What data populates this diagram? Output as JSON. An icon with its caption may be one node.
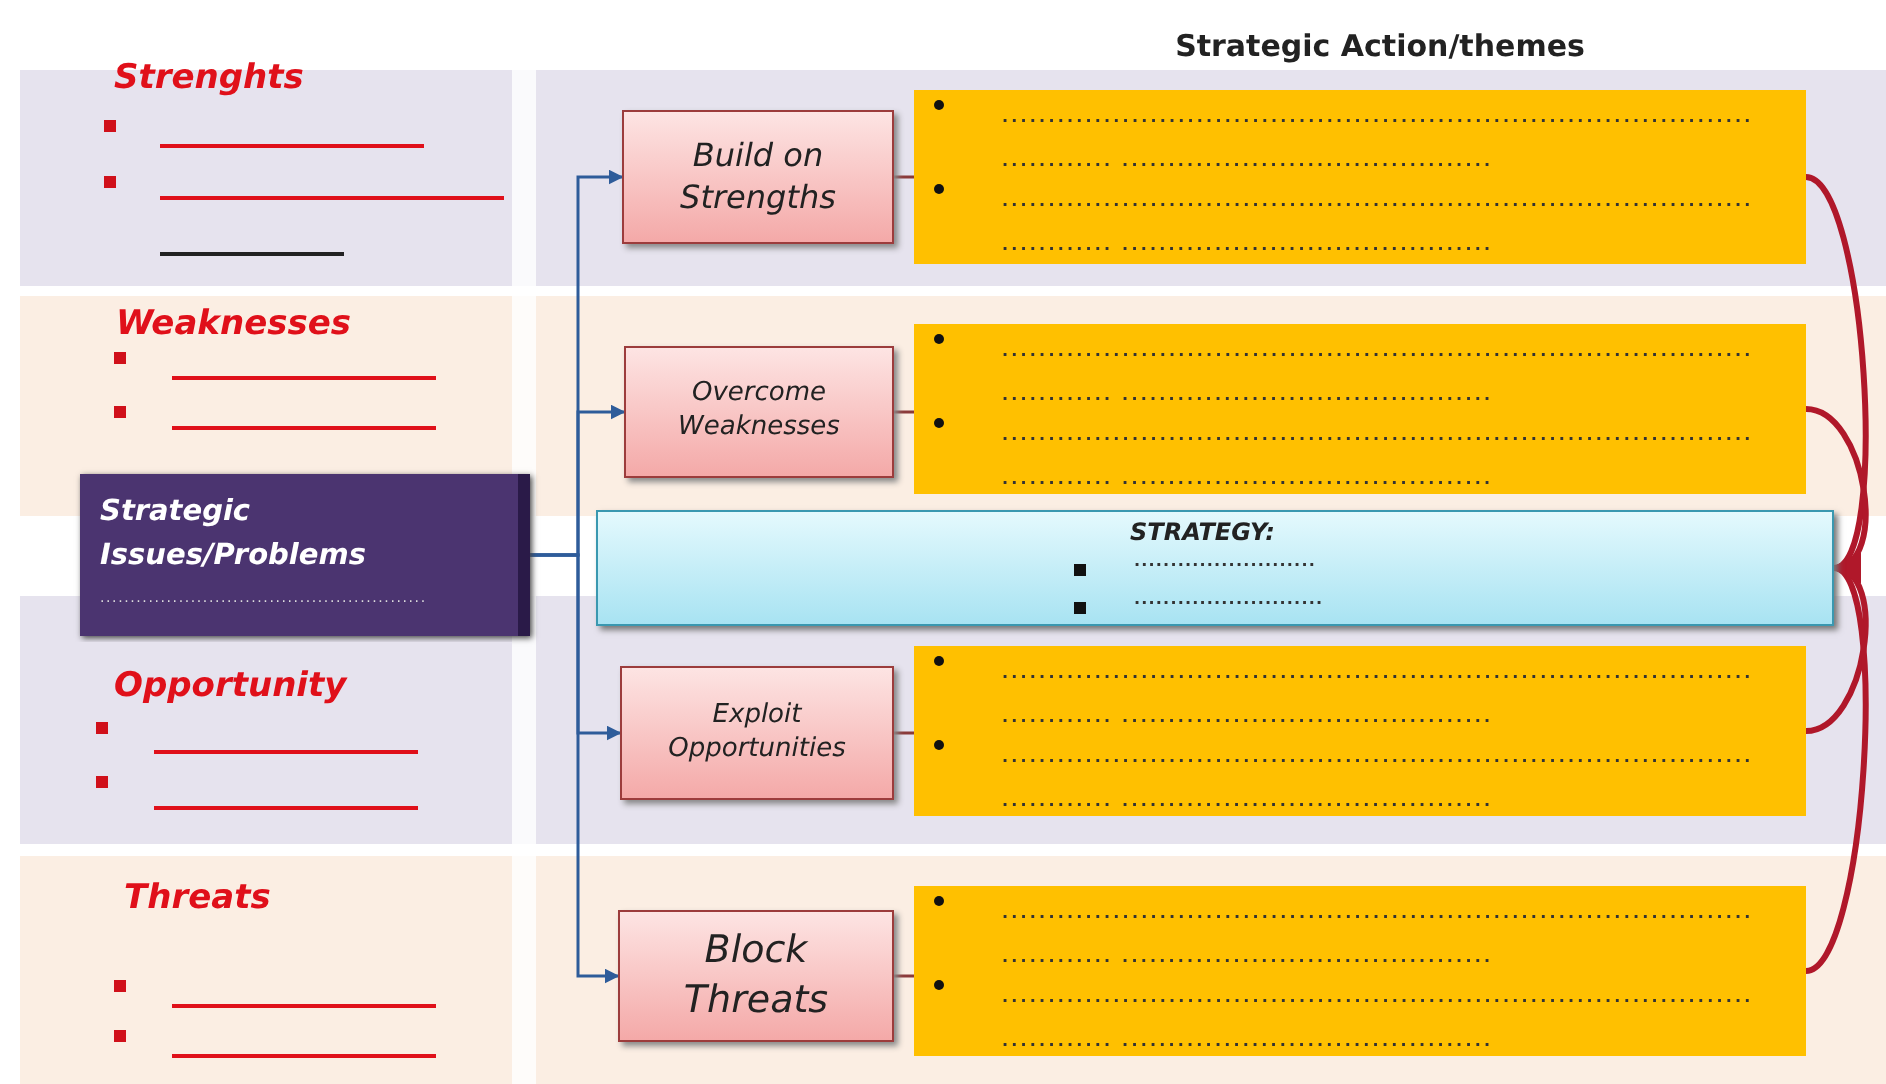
{
  "diagram": {
    "title": "Strategic Action/themes",
    "nodes": [
      {
        "text": [
          "Strenghts"
        ]
      },
      {
        "text": [
          "Build on Strengths"
        ]
      },
      {
        "text": [
          "............................................................................................. ........................................",
          "............................................................................................. ........................................"
        ]
      },
      {
        "text": [
          "Weaknesses"
        ]
      },
      {
        "text": [
          "Overcome Weaknesses"
        ]
      },
      {
        "text": [
          "............................................................................................. ........................................",
          "............................................................................................. ........................................"
        ]
      },
      {
        "text": [
          "Strategic Issues/Problems",
          "......................................................"
        ]
      },
      {
        "text": [
          "STRATEGY:",
          ".........................",
          ".........................."
        ]
      },
      {
        "text": [
          "Opportunity"
        ]
      },
      {
        "text": [
          "Exploit Opportunities"
        ]
      },
      {
        "text": [
          "............................................................................................. ........................................",
          "............................................................................................. ........................................"
        ]
      },
      {
        "text": [
          "Threats"
        ]
      },
      {
        "text": [
          "Block Threats"
        ]
      },
      {
        "text": [
          "............................................................................................. ........................................",
          "............................................................................................. ........................................"
        ]
      }
    ],
    "edges": [
      {
        "from": 6,
        "to": 1,
        "arrow": "to"
      },
      {
        "from": 6,
        "to": 4,
        "arrow": "to"
      },
      {
        "from": 6,
        "to": 9,
        "arrow": "to"
      },
      {
        "from": 6,
        "to": 12,
        "arrow": "to"
      },
      {
        "from": 1,
        "to": 2,
        "arrow": "none",
        "color": "#8b3a3a"
      },
      {
        "from": 4,
        "to": 5,
        "arrow": "none",
        "color": "#8b3a3a"
      },
      {
        "from": 9,
        "to": 10,
        "arrow": "none",
        "color": "#8b3a3a"
      },
      {
        "from": 12,
        "to": 13,
        "arrow": "none",
        "color": "#8b3a3a"
      },
      {
        "from": 2,
        "to": 7,
        "arrow": "to",
        "style": "thick",
        "color": "#b0182a"
      },
      {
        "from": 5,
        "to": 7,
        "arrow": "to",
        "style": "thick",
        "color": "#b0182a"
      },
      {
        "from": 10,
        "to": 7,
        "arrow": "to",
        "style": "thick",
        "color": "#b0182a"
      },
      {
        "from": 13,
        "to": 7,
        "arrow": "to",
        "style": "thick",
        "color": "#b0182a"
      }
    ]
  }
}
